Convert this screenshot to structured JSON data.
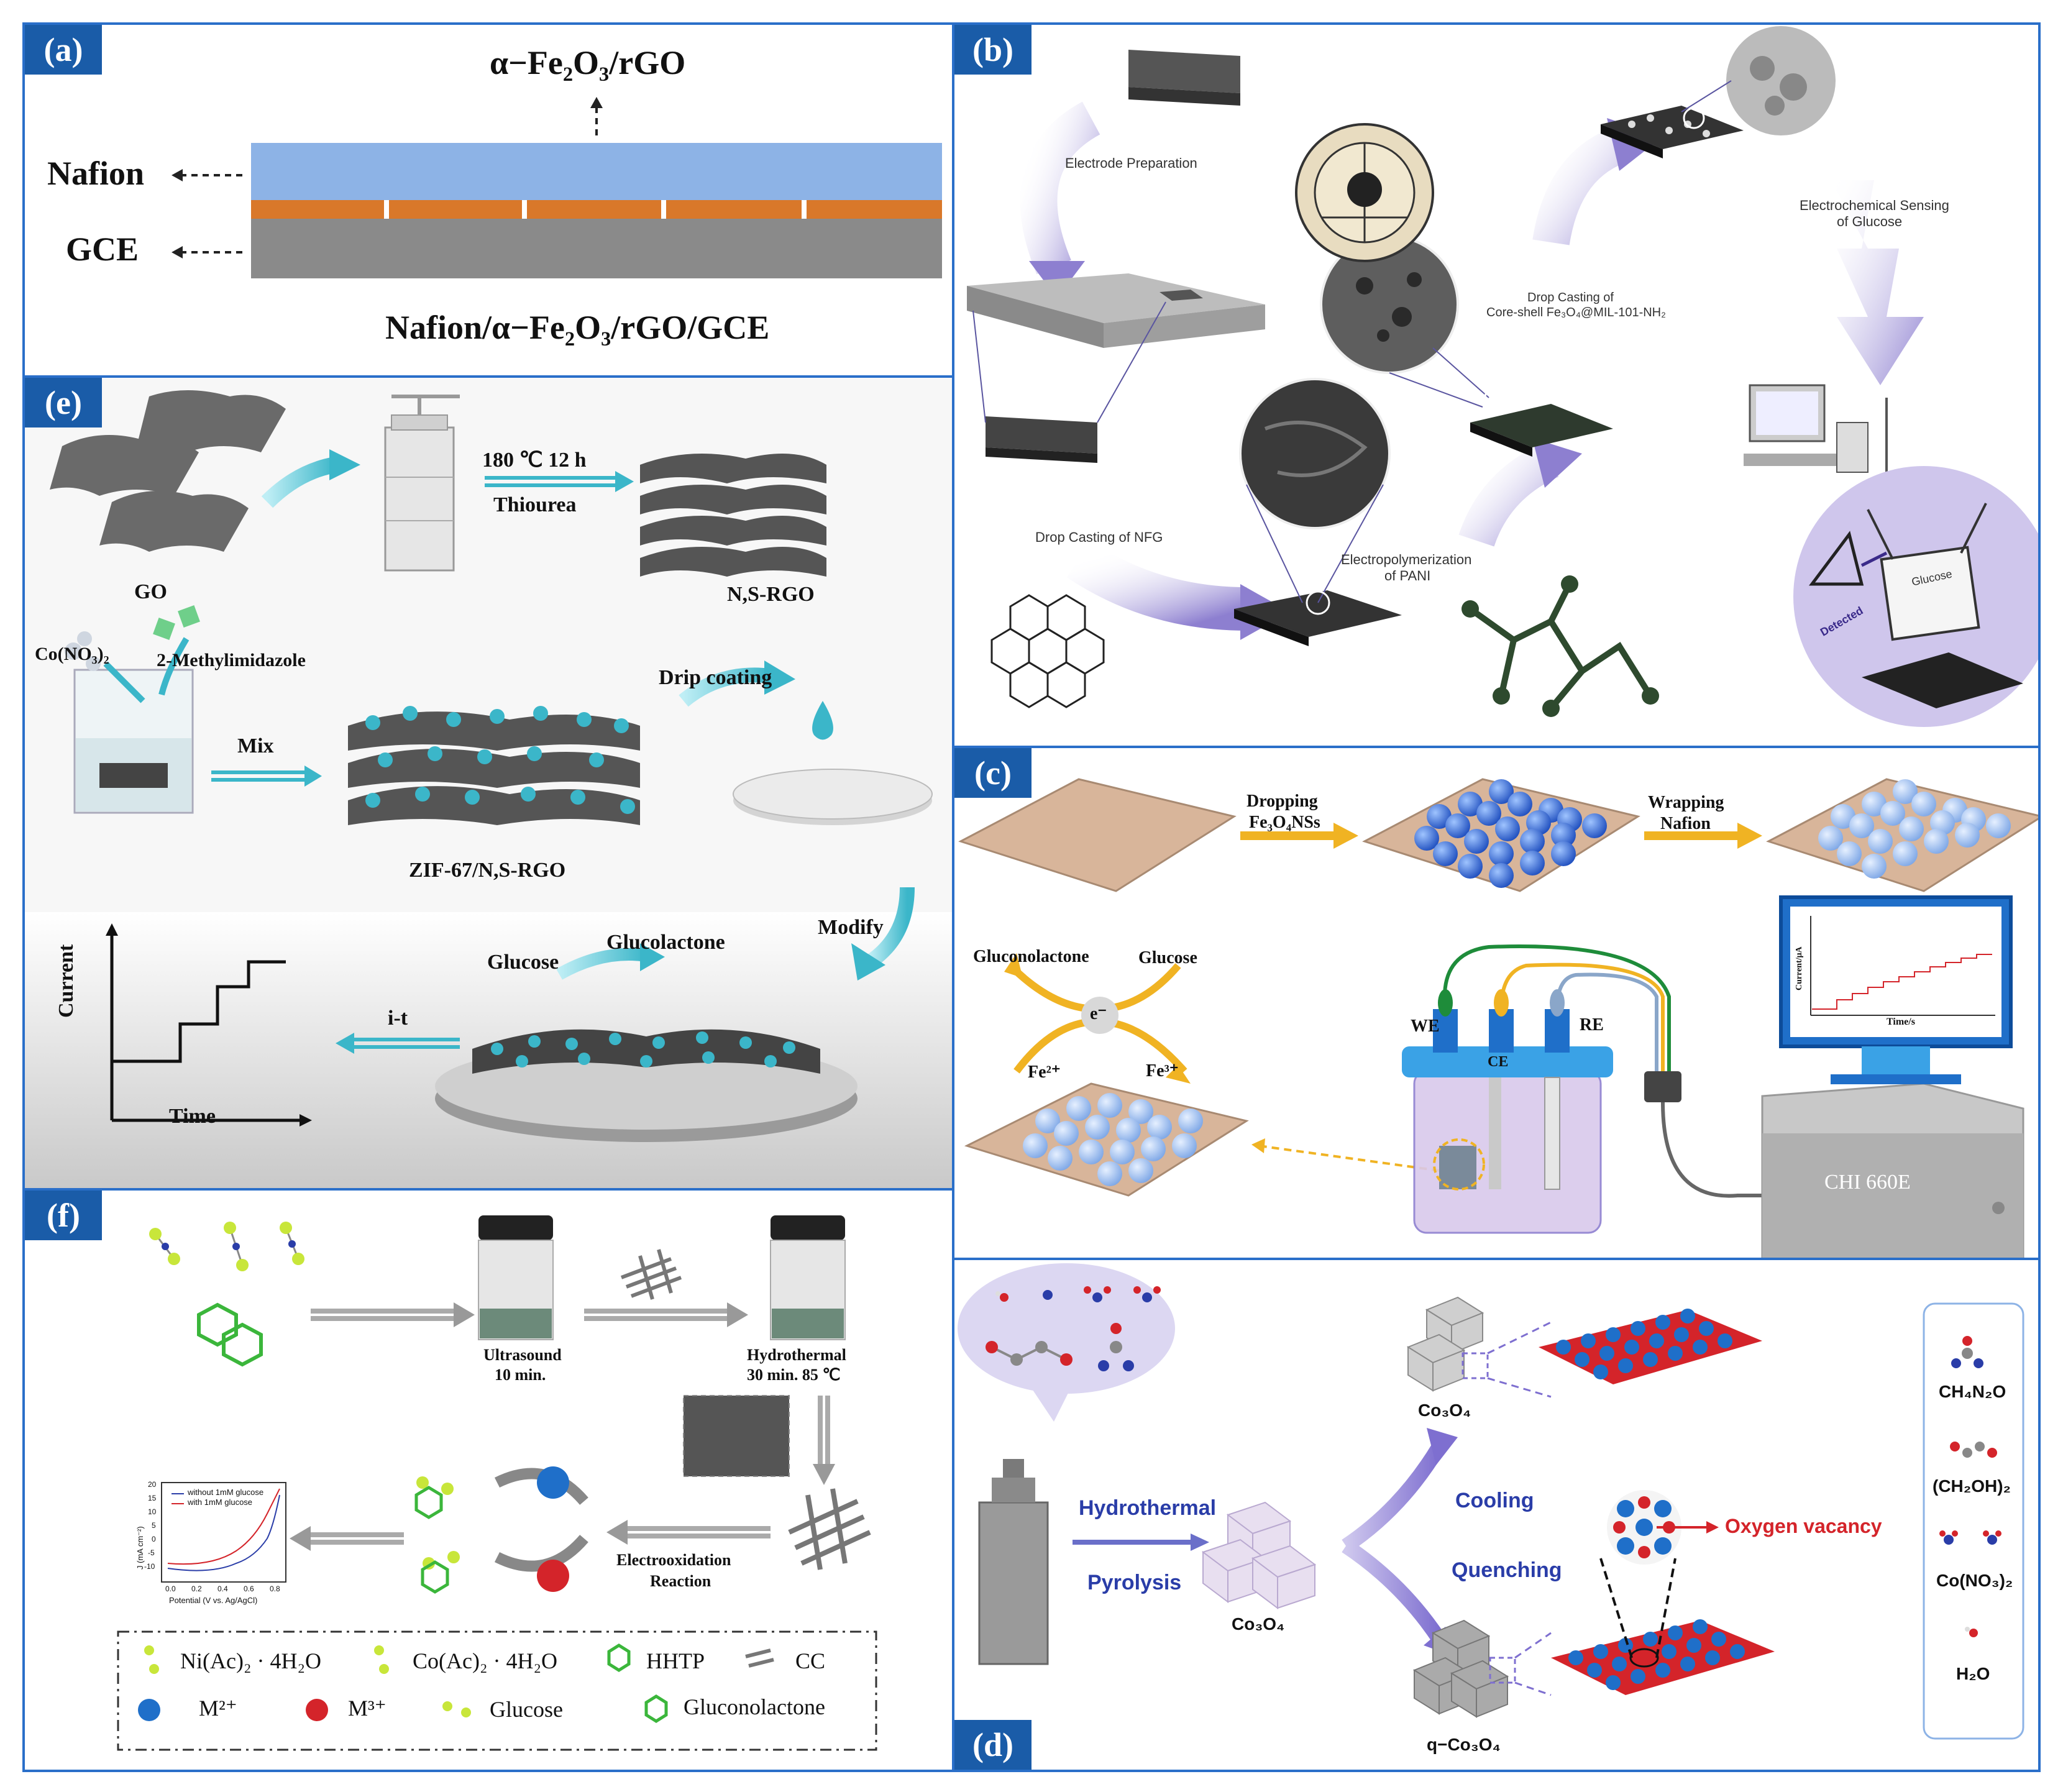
{
  "panel_a": {
    "tag": "(a)",
    "top_label": "α−Fe₂O₃/rGO",
    "left_top": "Nafion",
    "left_bottom": "GCE",
    "bottom_label": "Nafion/α−Fe₂O₃/rGO/GCE"
  },
  "panel_b": {
    "tag": "(b)",
    "step1": "Electrode Preparation",
    "step2": "Drop Casting of NFG",
    "step3a": "Electropolymerization",
    "step3b": "of PANI",
    "step4a": "Drop Casting of",
    "step4b": "Core-shell Fe₃O₄@MIL-101-NH₂",
    "step5a": "Electrochemical Sensing",
    "step5b": "of Glucose",
    "glucose": "Glucose",
    "detected": "Detected"
  },
  "panel_c": {
    "tag": "(c)",
    "drop1": "Dropping",
    "drop2": "Fe₃O₄NSs",
    "wrap1": "Wrapping",
    "wrap2": "Nafion",
    "gluconolactone": "Gluconolactone",
    "glucose": "Glucose",
    "electron": "e⁻",
    "fe2": "Fe²⁺",
    "fe3": "Fe³⁺",
    "we": "WE",
    "ce": "CE",
    "re": "RE",
    "yaxis": "Current/μA",
    "xaxis": "Time/s",
    "instrument": "CHI 660E"
  },
  "panel_d": {
    "tag": "(d)",
    "hydrothermal": "Hydrothermal",
    "pyrolysis": "Pyrolysis",
    "co3o4_mid": "Co₃O₄",
    "co3o4_top": "Co₃O₄",
    "cooling": "Cooling",
    "quenching": "Quenching",
    "q_co3o4": "q−Co₃O₄",
    "oxygen_vacancy": "Oxygen vacancy",
    "legend": [
      "CH₄N₂O",
      "(CH₂OH)₂",
      "Co(NO₃)₂",
      "H₂O"
    ]
  },
  "panel_e": {
    "tag": "(e)",
    "temp": "180 ℃ 12 h",
    "thiourea": "Thiourea",
    "go": "GO",
    "nsrgo": "N,S-RGO",
    "co_no3": "Co(NO₃)₂",
    "methylimidazole": "2-Methylimidazole",
    "mix": "Mix",
    "drip": "Drip coating",
    "zif": "ZIF-67/N,S-RGO",
    "glucose": "Glucose",
    "glucolactone": "Glucolactone",
    "modify": "Modify",
    "it": "i-t",
    "current": "Current",
    "time": "Time"
  },
  "panel_f": {
    "tag": "(f)",
    "ultra1": "Ultrasound",
    "ultra2": "10 min.",
    "hydro1": "Hydrothermal",
    "hydro2": "30 min.  85 ℃",
    "electro1": "Electrooxidation",
    "electro2": "Reaction",
    "cv_legend1": "without 1mM glucose",
    "cv_legend2": "with 1mM glucose",
    "cv_ylabel": "J (mA cm⁻²)",
    "cv_xlabel": "Potential (V vs. Ag/AgCl)",
    "cv_yticks": [
      "20",
      "15",
      "10",
      "5",
      "0",
      "-5",
      "-10"
    ],
    "cv_xticks": [
      "0.0",
      "0.2",
      "0.4",
      "0.6",
      "0.8"
    ],
    "legend_ni": "Ni(Ac)₂ · 4H₂O",
    "legend_co": "Co(Ac)₂ · 4H₂O",
    "legend_hhtp": "HHTP",
    "legend_cc": "CC",
    "legend_m2": "M²⁺",
    "legend_m3": "M³⁺",
    "legend_glucose": "Glucose",
    "legend_gluconolactone": "Gluconolactone"
  },
  "colors": {
    "frame": "#2a6fc9",
    "tag_bg": "#1a5ca8",
    "nafion": "#8db3e6",
    "fe2o3": "#d9782a",
    "gce": "#8a8a8a",
    "cyan": "#3bb6c9",
    "purple": "#8d7fd0",
    "gold": "#f0b323",
    "red": "#d4242a",
    "co_blue": "#2a3da8"
  }
}
